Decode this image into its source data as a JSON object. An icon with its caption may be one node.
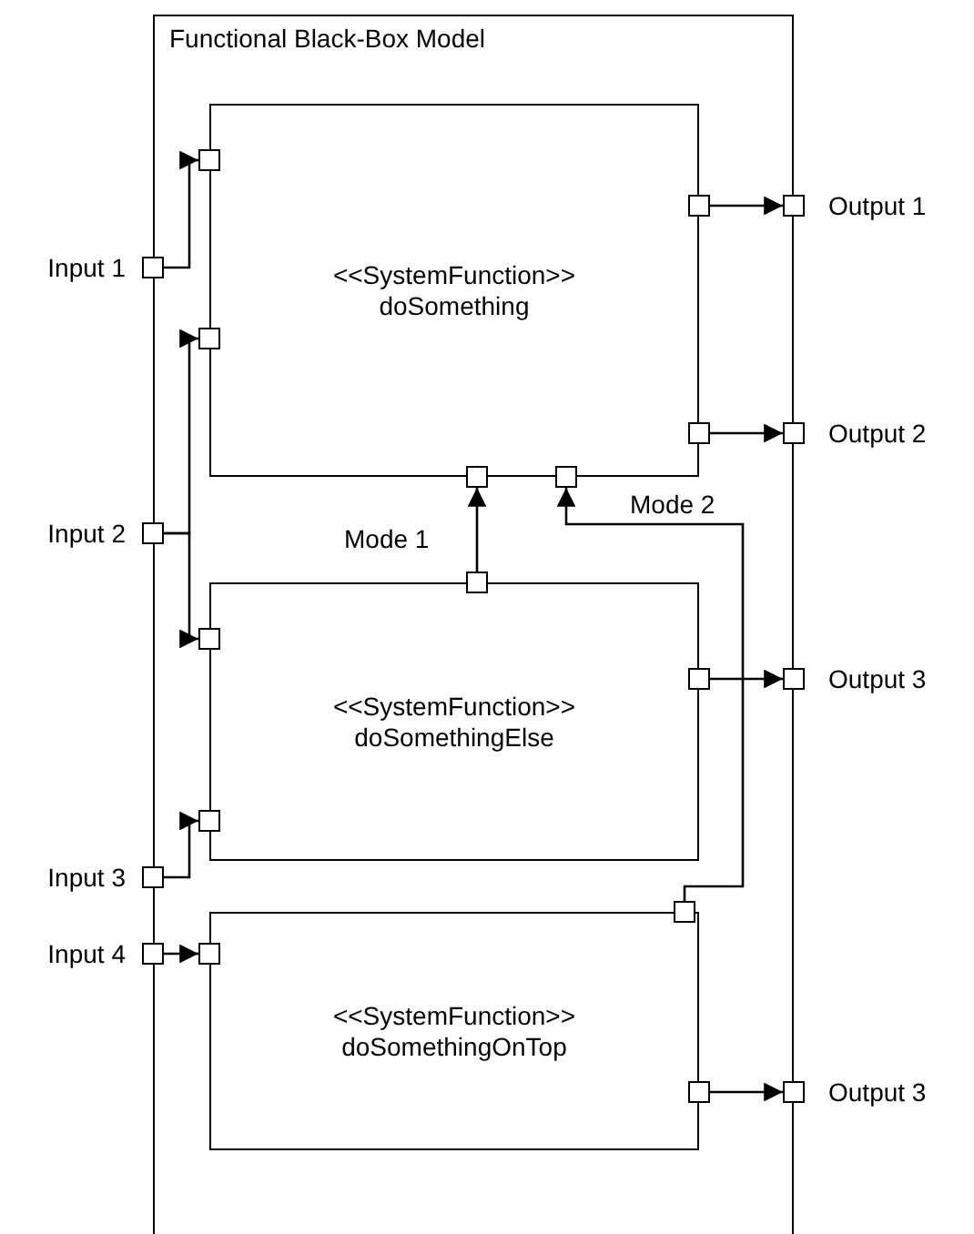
{
  "diagram": {
    "nodes": [
      {
        "text": [
          "Functional Black-Box Model"
        ]
      },
      {
        "text": [
          "<<SystemFunction>>",
          "doSomething"
        ],
        "in": 0
      },
      {
        "text": [],
        "shape": "box",
        "in": 1
      },
      {
        "text": [],
        "shape": "box",
        "in": 1
      },
      {
        "text": [],
        "shape": "box",
        "in": 1
      },
      {
        "text": [],
        "shape": "box",
        "in": 1
      },
      {
        "text": [],
        "shape": "box",
        "in": 1
      },
      {
        "text": [],
        "shape": "box",
        "in": 1
      },
      {
        "text": [
          "<<SystemFunction>>",
          "doSomethingElse"
        ],
        "in": 0
      },
      {
        "text": [],
        "shape": "box",
        "in": 8
      },
      {
        "text": [],
        "shape": "box",
        "in": 8
      },
      {
        "text": [],
        "shape": "box",
        "in": 8
      },
      {
        "text": [],
        "shape": "box",
        "in": 8
      },
      {
        "text": [
          "<<SystemFunction>>",
          "doSomethingOnTop"
        ],
        "in": 0
      },
      {
        "text": [],
        "shape": "box",
        "in": 13
      },
      {
        "text": [],
        "shape": "box",
        "in": 13
      },
      {
        "text": [],
        "shape": "box",
        "in": 13
      },
      {
        "text": [],
        "shape": "box",
        "beside": [
          "Input 1"
        ]
      },
      {
        "text": [],
        "shape": "box",
        "beside": [
          "Input 2"
        ]
      },
      {
        "text": [],
        "shape": "box",
        "beside": [
          "Input 3"
        ]
      },
      {
        "text": [],
        "shape": "box",
        "beside": [
          "Input 4"
        ]
      },
      {
        "text": [],
        "shape": "box",
        "beside": [
          "Output 1"
        ]
      },
      {
        "text": [],
        "shape": "box",
        "beside": [
          "Output 2"
        ]
      },
      {
        "text": [],
        "shape": "box",
        "beside": [
          "Output 3"
        ]
      },
      {
        "text": [],
        "shape": "box",
        "beside": [
          "Output 3"
        ]
      }
    ],
    "edges": [
      {
        "from": 17,
        "to": 2,
        "arrow": "to"
      },
      {
        "from": 18,
        "to": 3,
        "arrow": "to"
      },
      {
        "from": 18,
        "to": 10,
        "arrow": "to"
      },
      {
        "from": 19,
        "to": 11,
        "arrow": "to"
      },
      {
        "from": 20,
        "to": 15,
        "arrow": "to"
      },
      {
        "from": 4,
        "to": 21,
        "arrow": "to"
      },
      {
        "from": 5,
        "to": 22,
        "arrow": "to"
      },
      {
        "from": 12,
        "to": 23,
        "arrow": "to"
      },
      {
        "from": 16,
        "to": 24,
        "arrow": "to"
      },
      {
        "from": 9,
        "to": 6,
        "arrow": "to",
        "label": "Mode 1"
      },
      {
        "from": 14,
        "to": 7,
        "arrow": "to",
        "label": "Mode 2"
      }
    ]
  }
}
